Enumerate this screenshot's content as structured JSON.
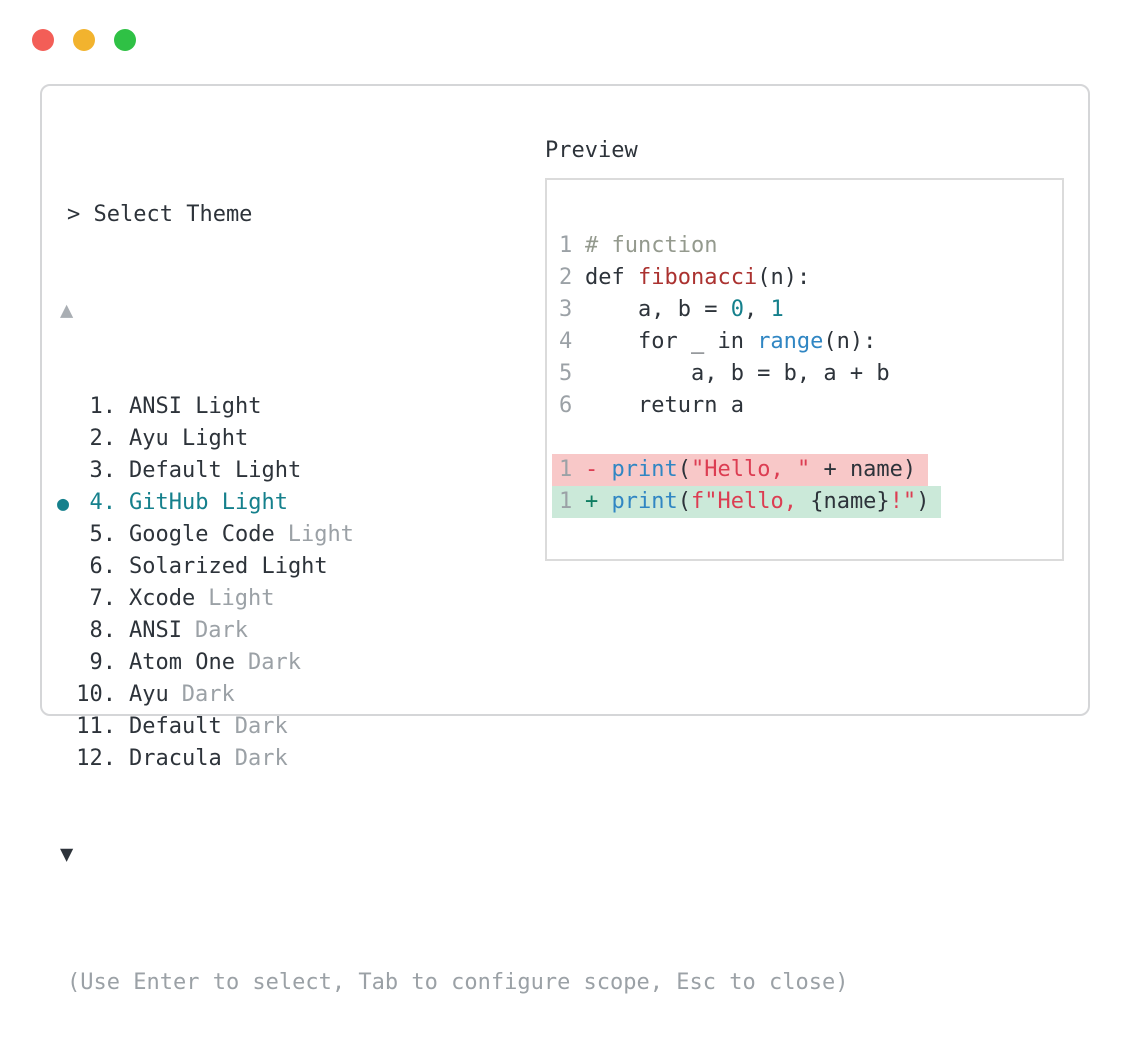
{
  "window": {
    "traffic_lights": [
      "close",
      "minimize",
      "zoom"
    ]
  },
  "colors": {
    "accent_teal": "#15808c",
    "text_dark": "#2d333a",
    "text_dim": "#9ba1a6",
    "comment": "#949a8e",
    "function_red": "#ab3230",
    "number_teal": "#15808c",
    "builtin_blue": "#3086c3",
    "string_red": "#dc3d52",
    "diff_del_bg": "#f8c8c8",
    "diff_ins_bg": "#cbe9d9",
    "diff_del_fg": "#dc3d52",
    "diff_ins_fg": "#0f7d62",
    "traffic_red": "#f35e57",
    "traffic_yellow": "#f2b32e",
    "traffic_green": "#2fc145"
  },
  "theme_picker": {
    "prompt": "> Select Theme",
    "scroll_up_icon": "▲",
    "scroll_down_icon": "▼",
    "selected_bullet": "●",
    "items": [
      {
        "number": "1.",
        "name": "ANSI Light",
        "dim_suffix": "",
        "selected": false
      },
      {
        "number": "2.",
        "name": "Ayu Light",
        "dim_suffix": "",
        "selected": false
      },
      {
        "number": "3.",
        "name": "Default Light",
        "dim_suffix": "",
        "selected": false
      },
      {
        "number": "4.",
        "name": "GitHub Light",
        "dim_suffix": "",
        "selected": true
      },
      {
        "number": "5.",
        "name": "Google Code",
        "dim_suffix": "Light",
        "selected": false
      },
      {
        "number": "6.",
        "name": "Solarized Light",
        "dim_suffix": "",
        "selected": false
      },
      {
        "number": "7.",
        "name": "Xcode",
        "dim_suffix": "Light",
        "selected": false
      },
      {
        "number": "8.",
        "name": "ANSI",
        "dim_suffix": "Dark",
        "selected": false
      },
      {
        "number": "9.",
        "name": "Atom One",
        "dim_suffix": "Dark",
        "selected": false
      },
      {
        "number": "10.",
        "name": "Ayu",
        "dim_suffix": "Dark",
        "selected": false
      },
      {
        "number": "11.",
        "name": "Default",
        "dim_suffix": "Dark",
        "selected": false
      },
      {
        "number": "12.",
        "name": "Dracula",
        "dim_suffix": "Dark",
        "selected": false
      }
    ],
    "help": "(Use Enter to select, Tab to configure scope, Esc to close)"
  },
  "preview": {
    "label": "Preview",
    "code_lines": [
      {
        "num": "1",
        "diff": "",
        "tokens": [
          {
            "text": "# function",
            "style": "comment"
          }
        ]
      },
      {
        "num": "2",
        "diff": "",
        "tokens": [
          {
            "text": "def ",
            "style": "plain"
          },
          {
            "text": "fibonacci",
            "style": "function"
          },
          {
            "text": "(n):",
            "style": "plain"
          }
        ]
      },
      {
        "num": "3",
        "diff": "",
        "tokens": [
          {
            "text": "    a, b = ",
            "style": "plain"
          },
          {
            "text": "0",
            "style": "number"
          },
          {
            "text": ", ",
            "style": "plain"
          },
          {
            "text": "1",
            "style": "number"
          }
        ]
      },
      {
        "num": "4",
        "diff": "",
        "tokens": [
          {
            "text": "    for _ in ",
            "style": "plain"
          },
          {
            "text": "range",
            "style": "builtin"
          },
          {
            "text": "(n):",
            "style": "plain"
          }
        ]
      },
      {
        "num": "5",
        "diff": "",
        "tokens": [
          {
            "text": "        a, b = b, a + b",
            "style": "plain"
          }
        ]
      },
      {
        "num": "6",
        "diff": "",
        "tokens": [
          {
            "text": "    return a",
            "style": "plain"
          }
        ]
      },
      {
        "num": "",
        "diff": "",
        "tokens": []
      },
      {
        "num": "1",
        "diff": "del",
        "tokens": [
          {
            "text": "- ",
            "style": "diff-del-sign"
          },
          {
            "text": "print",
            "style": "builtin"
          },
          {
            "text": "(",
            "style": "plain"
          },
          {
            "text": "\"Hello, \"",
            "style": "string"
          },
          {
            "text": " + name)",
            "style": "plain"
          }
        ]
      },
      {
        "num": "1",
        "diff": "ins",
        "tokens": [
          {
            "text": "+ ",
            "style": "diff-ins-sign"
          },
          {
            "text": "print",
            "style": "builtin"
          },
          {
            "text": "(",
            "style": "plain"
          },
          {
            "text": "f\"Hello, ",
            "style": "string"
          },
          {
            "text": "{name}",
            "style": "plain"
          },
          {
            "text": "!\"",
            "style": "string"
          },
          {
            "text": ")",
            "style": "plain"
          }
        ]
      }
    ]
  }
}
